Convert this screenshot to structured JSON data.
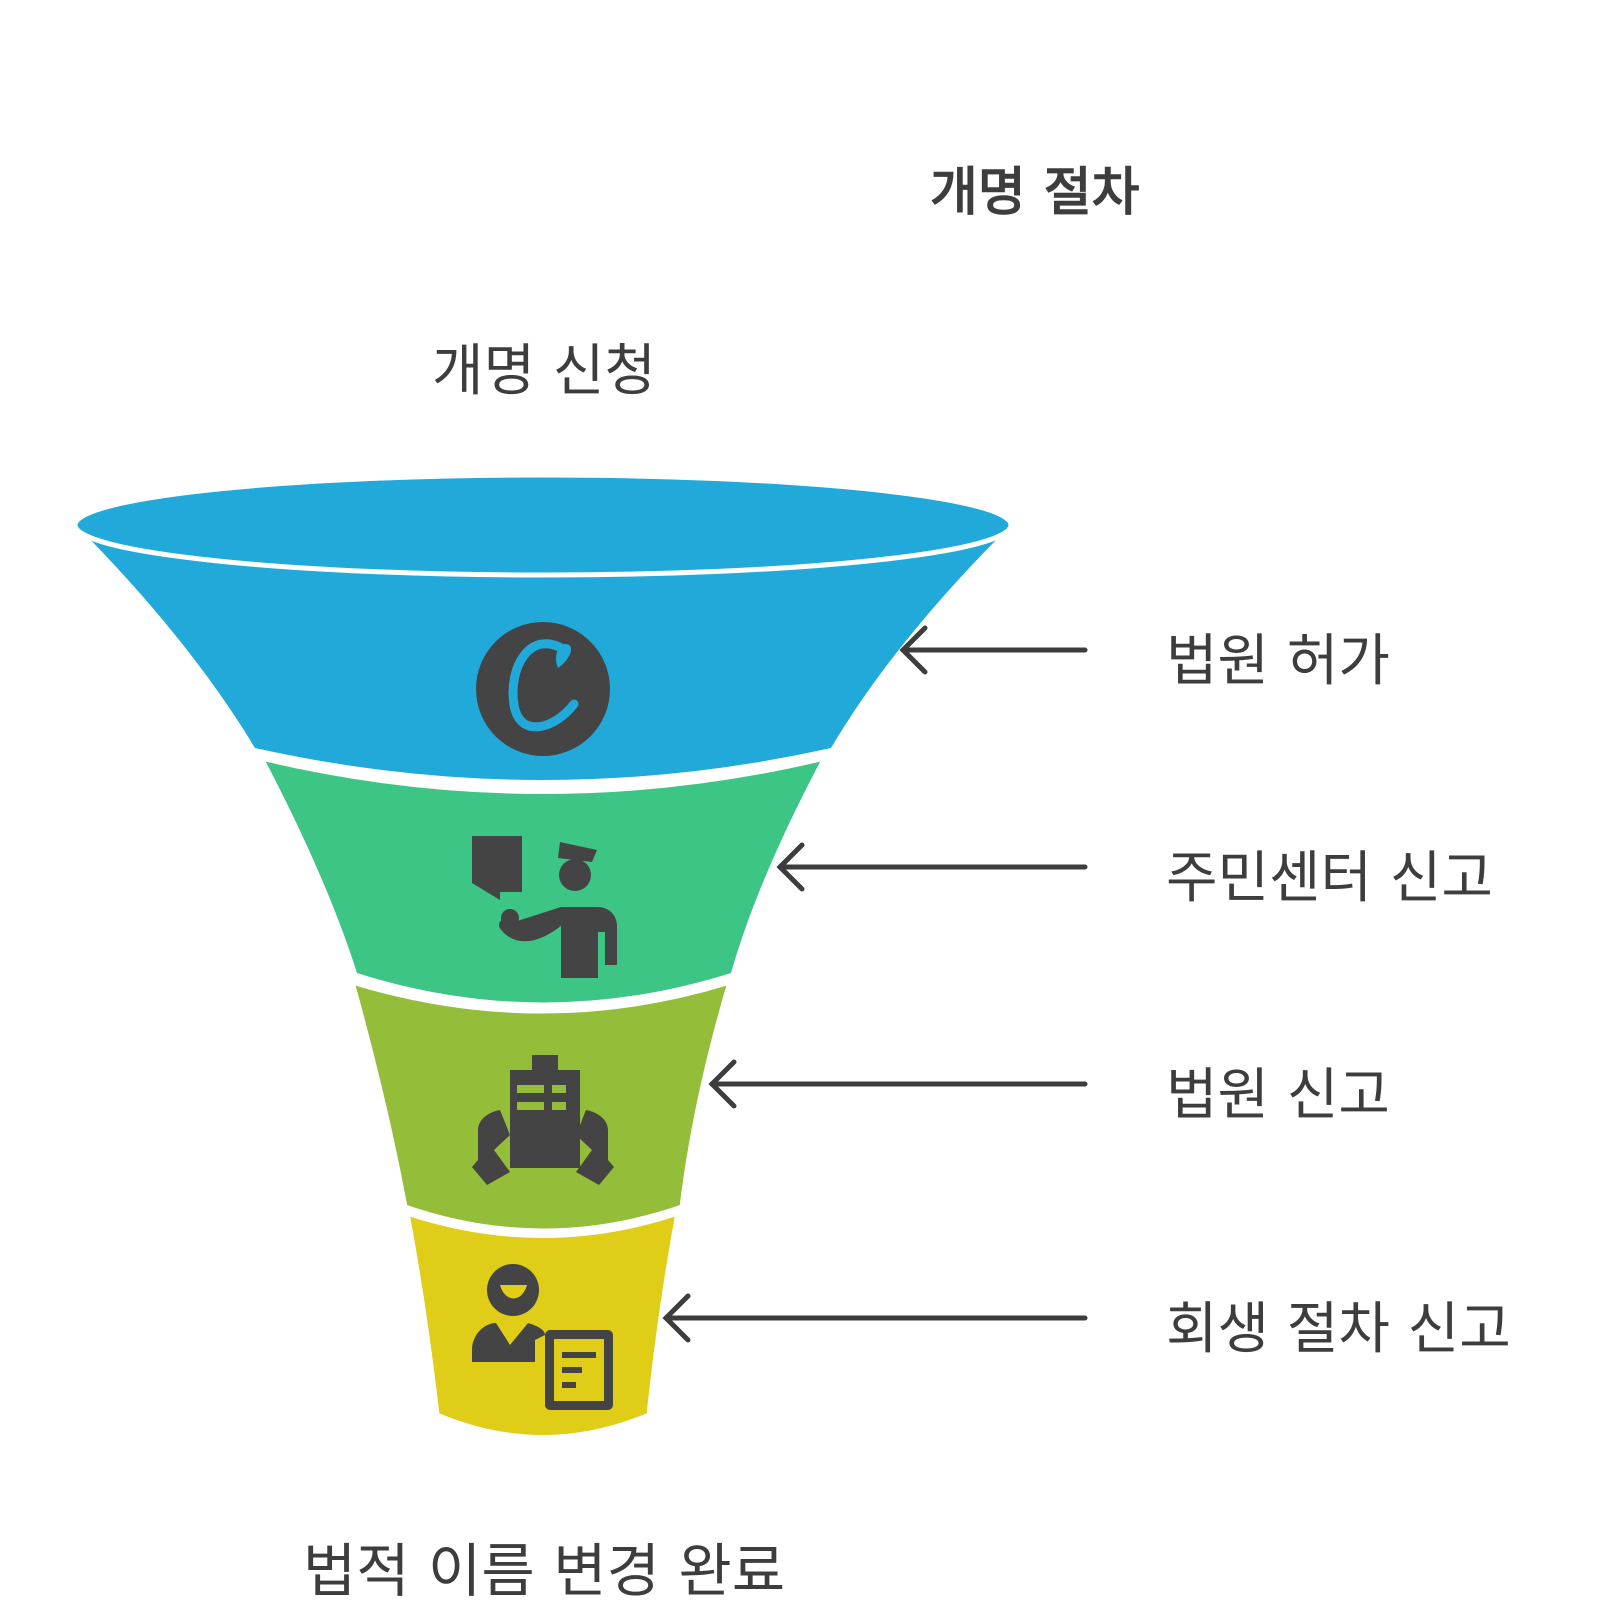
{
  "title": "개명 절차",
  "funnel": {
    "top_label": "개명 신청",
    "bottom_label": "법적 이름 변경 완료",
    "stages": [
      {
        "label": "법원 허가",
        "color": "#20a9d9",
        "icon": "court-permission-c-icon"
      },
      {
        "label": "주민센터 신고",
        "color": "#3dc585",
        "icon": "official-with-id-card-icon"
      },
      {
        "label": "법원 신고",
        "color": "#94bd3a",
        "icon": "hands-holding-building-icon"
      },
      {
        "label": "회생 절차 신고",
        "color": "#dfcd17",
        "icon": "person-with-document-icon"
      }
    ]
  },
  "colors": {
    "text": "#3d3d3d",
    "icon": "#444444",
    "arrow": "#3d3d3d",
    "separator": "#ffffff"
  }
}
